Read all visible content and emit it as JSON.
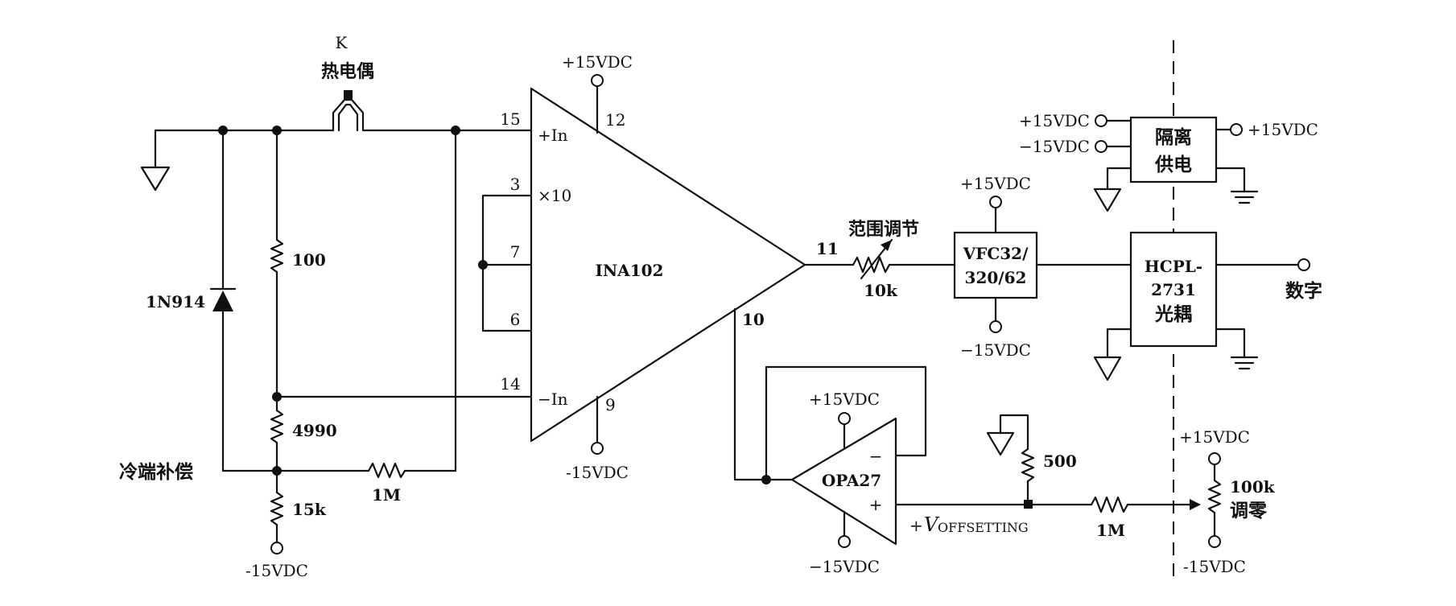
{
  "labels": {
    "thermocouple_type": "K",
    "thermocouple": "热电偶",
    "diode": "1N914",
    "cold_junction": "冷端补偿",
    "r100": "100",
    "r4990": "4990",
    "r15k": "15k",
    "r1m_left": "1M",
    "r10k": "10k",
    "range_adjust": "范围调节",
    "r500": "500",
    "r1m_right": "1M",
    "r100k": "100k",
    "zero_adjust": "调零",
    "voffset": "V",
    "voffset_sub": "OFFSETTING",
    "plus": "+",
    "minus": "−",
    "digital": "数字"
  },
  "ina102": {
    "name": "INA102",
    "pin15": "15",
    "pin15_label": "+In",
    "pin3": "3",
    "pin3_label": "×10",
    "pin7": "7",
    "pin6": "6",
    "pin14": "14",
    "pin14_label": "−In",
    "pin12": "12",
    "pin9": "9",
    "pin11": "11",
    "pin10": "10"
  },
  "opa27": {
    "name": "OPA27",
    "minus": "−",
    "plus": "+"
  },
  "vfc": {
    "line1": "VFC32/",
    "line2": "320/62"
  },
  "isolated_supply": {
    "line1": "隔离",
    "line2": "供电"
  },
  "optocoupler": {
    "line1": "HCPL-",
    "line2": "2731",
    "line3": "光耦"
  },
  "supplies": {
    "pos": "+15VDC",
    "neg": "−15VDC",
    "neg_ascii": "-15VDC"
  }
}
